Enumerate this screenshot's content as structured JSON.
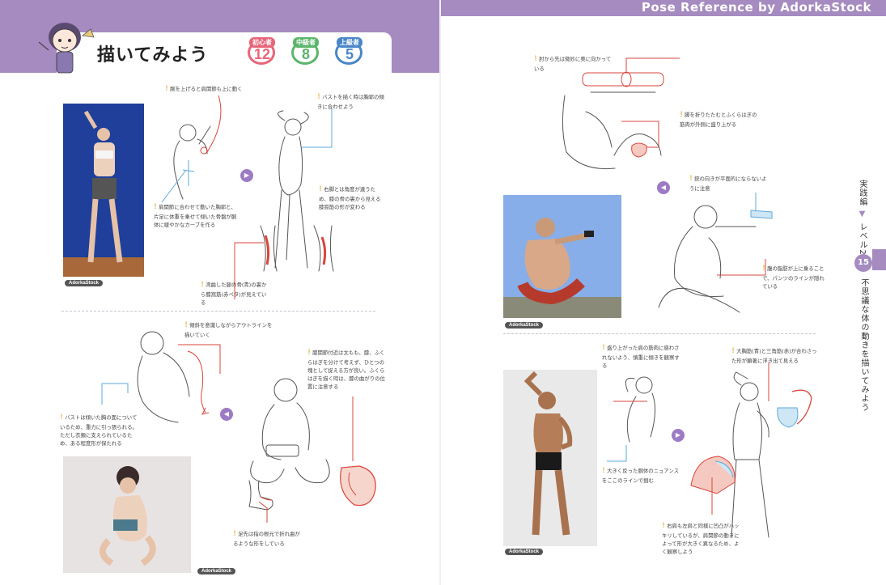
{
  "header": {
    "title": "描いてみよう",
    "brand": "Pose Reference by AdorkaStock",
    "levels": [
      {
        "label": "初心者",
        "value": "12",
        "color": "#e8657a"
      },
      {
        "label": "中級者",
        "value": "8",
        "color": "#5bb56a"
      },
      {
        "label": "上級者",
        "value": "5",
        "color": "#4a86c9"
      }
    ]
  },
  "colors": {
    "accent": "#a58bc0",
    "red_line": "#d9453c",
    "blue_line": "#5da9dd"
  },
  "credit": "AdorkaStock",
  "side": {
    "chapter": "実践編",
    "level": "レベル2",
    "number": "15",
    "subtitle": "不思議な体の動きを描いてみよう"
  },
  "notes": {
    "n1": "腕を上げると肩関節も上に動く",
    "n2": "バストを描く時は胸郭の傾きに合わせよう",
    "n3": "肩関節に合わせて動いた胸郭と、片足に体重を乗せて傾いた骨盤が胴体に緩やかなカーブを作る",
    "n4": "右脚とは角度が違うため、膝の骨の裏から見える膝窩筋の形が変わる",
    "n5": "湾曲した腿の骨(青)の裏から膝窩筋(赤ペタ)が見えている",
    "n6": "傾斜を意識しながらアウトラインを描いていく",
    "n7": "バストは傾いた胸の面についているため、重力に引っ張られる。ただし衣類に支えられているため、ある程度形が保たれる",
    "n8": "膝関節付近は太もも、膝、ふくらはぎを分けて考えず、ひとつの塊として捉える方が良い。ふくらはぎを描く時は、膝の曲がりの位置に注意する",
    "n9": "足先は指の根元で折れ曲がるような形をしている",
    "n10": "肘から先は微妙に奥に向かっている",
    "n11": "脚を折りたたむとふくらはぎの筋肉が外側に盛り上がる",
    "n12": "銃の向きが平面的にならないように注意",
    "n13": "腹の脂肪が上に乗ることで、パンツのラインが隠れている",
    "n14": "盛り上がった肩の筋肉に惑わされないよう、慎重に傾きを観察する",
    "n15": "大胸筋(青)と三角筋(赤)が合わさった形が顕著に浮き出て見える",
    "n16": "大きく反った胴体のニュアンスをここのラインで掴む",
    "n17": "右肩も左肩と同様に凹凸がハッキリしているが、肩関節の動きによって形が大きく異なるため、よく観察しよう"
  }
}
